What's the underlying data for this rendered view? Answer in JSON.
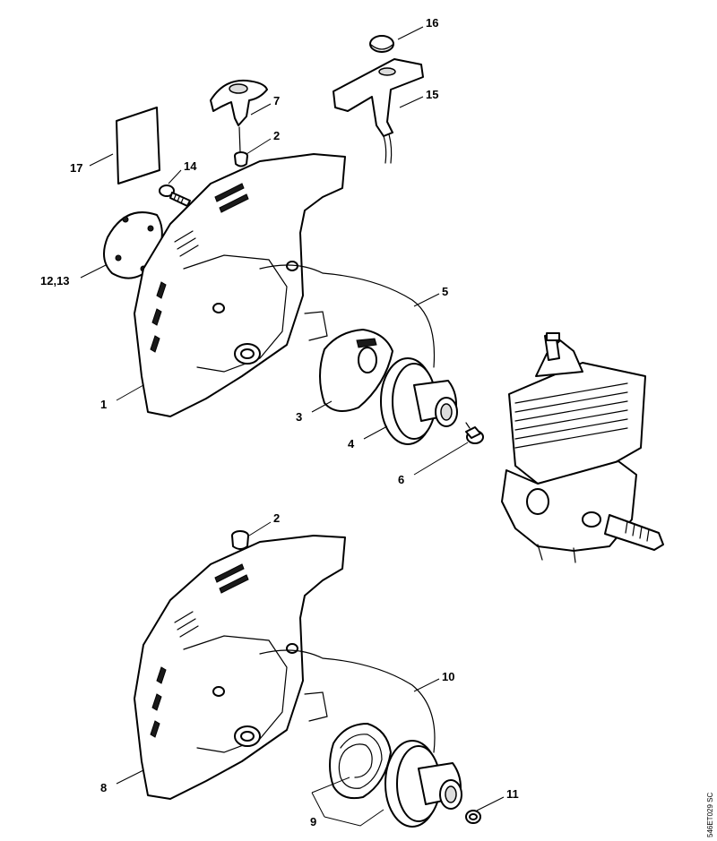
{
  "diagram_code": "546ET029 SC",
  "callouts": {
    "c1": "1",
    "c2a": "2",
    "c2b": "2",
    "c3": "3",
    "c4": "4",
    "c5": "5",
    "c6": "6",
    "c7": "7",
    "c8": "8",
    "c9": "9",
    "c10": "10",
    "c11": "11",
    "c12_13": "12,13",
    "c14": "14",
    "c15": "15",
    "c16": "16",
    "c17": "17"
  }
}
